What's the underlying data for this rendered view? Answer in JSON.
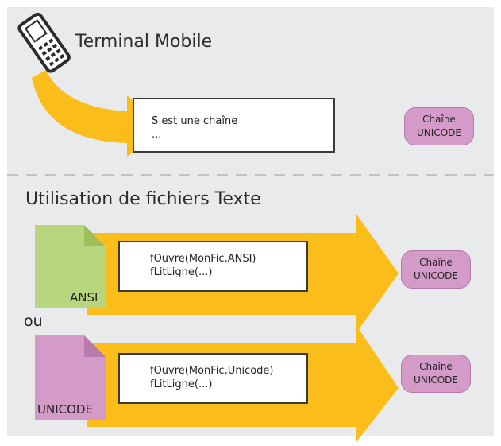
{
  "sections": {
    "mobile": {
      "title": "Terminal Mobile",
      "code_lines": [
        "S est une chaîne",
        "..."
      ],
      "badge": [
        "Chaîne",
        "UNICODE"
      ]
    },
    "text_files": {
      "title": "Utilisation de fichiers Texte",
      "connector": "ou",
      "rows": [
        {
          "file_label": "ANSI",
          "file_color": "#b8d67d",
          "code_lines": [
            "fOuvre(MonFic,ANSI)",
            "fLitLigne(...)"
          ],
          "badge": [
            "Chaîne",
            "UNICODE"
          ]
        },
        {
          "file_label": "UNICODE",
          "file_color": "#d49bc9",
          "code_lines": [
            "fOuvre(MonFic,Unicode)",
            "fLitLigne(...)"
          ],
          "badge": [
            "Chaîne",
            "UNICODE"
          ]
        }
      ]
    }
  },
  "colors": {
    "arrow": "#fbbd1a",
    "panel": "#e9eaeb",
    "badge": "#d49bc9"
  }
}
